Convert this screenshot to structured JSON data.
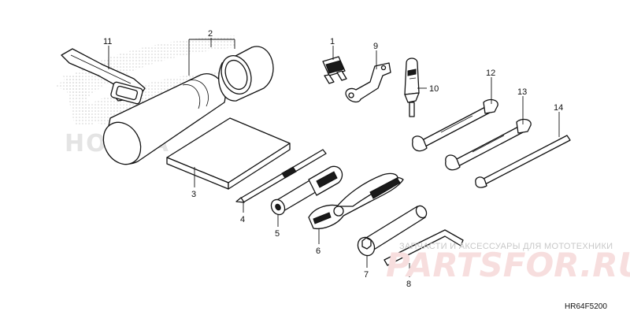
{
  "diagram": {
    "drawing_code": "HR64F5200",
    "brand_mark": "HONDA",
    "callouts": [
      {
        "id": "p1",
        "label": "1"
      },
      {
        "id": "p2",
        "label": "2"
      },
      {
        "id": "p3",
        "label": "3"
      },
      {
        "id": "p4",
        "label": "4"
      },
      {
        "id": "p5",
        "label": "5"
      },
      {
        "id": "p6",
        "label": "6"
      },
      {
        "id": "p7",
        "label": "7"
      },
      {
        "id": "p8",
        "label": "8"
      },
      {
        "id": "p9",
        "label": "9"
      },
      {
        "id": "p10",
        "label": "10"
      },
      {
        "id": "p11",
        "label": "11"
      },
      {
        "id": "p12",
        "label": "12"
      },
      {
        "id": "p13",
        "label": "13"
      },
      {
        "id": "p14",
        "label": "14"
      }
    ]
  },
  "watermark": {
    "tagline": "ЗАПЧАСТИ И АКСЕССУАРЫ ДЛЯ МОТОТЕХНИКИ",
    "brand": "PARTSFOR.RU"
  },
  "colors": {
    "line": "#111111",
    "watermark_red": "#e8a0a0",
    "watermark_gray": "#c8c8c8"
  }
}
